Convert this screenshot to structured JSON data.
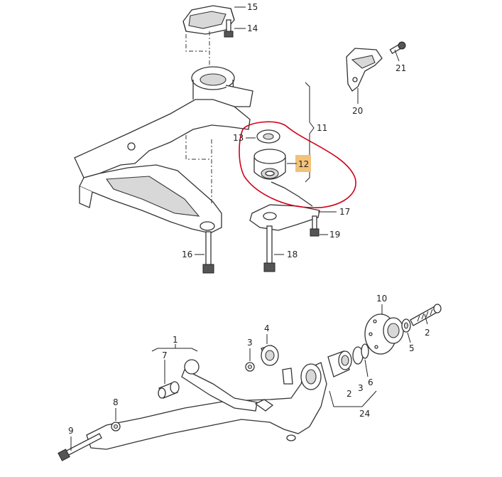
{
  "diagram": {
    "callouts": {
      "c15": "15",
      "c14": "14",
      "c21": "21",
      "c20": "20",
      "c11": "11",
      "c13": "13",
      "c12": "12",
      "c17": "17",
      "c19": "19",
      "c16": "16",
      "c18": "18",
      "c10": "10",
      "c2a": "2",
      "c5": "5",
      "c6": "6",
      "c2b": "2",
      "c3a": "3",
      "c24": "24",
      "c4": "4",
      "c3b": "3",
      "c1": "1",
      "c7": "7",
      "c8": "8",
      "c9": "9"
    },
    "colors": {
      "annotation_circle": "#d0021b",
      "callout_highlight": "#f2c27a",
      "line_art": "#333333"
    }
  }
}
